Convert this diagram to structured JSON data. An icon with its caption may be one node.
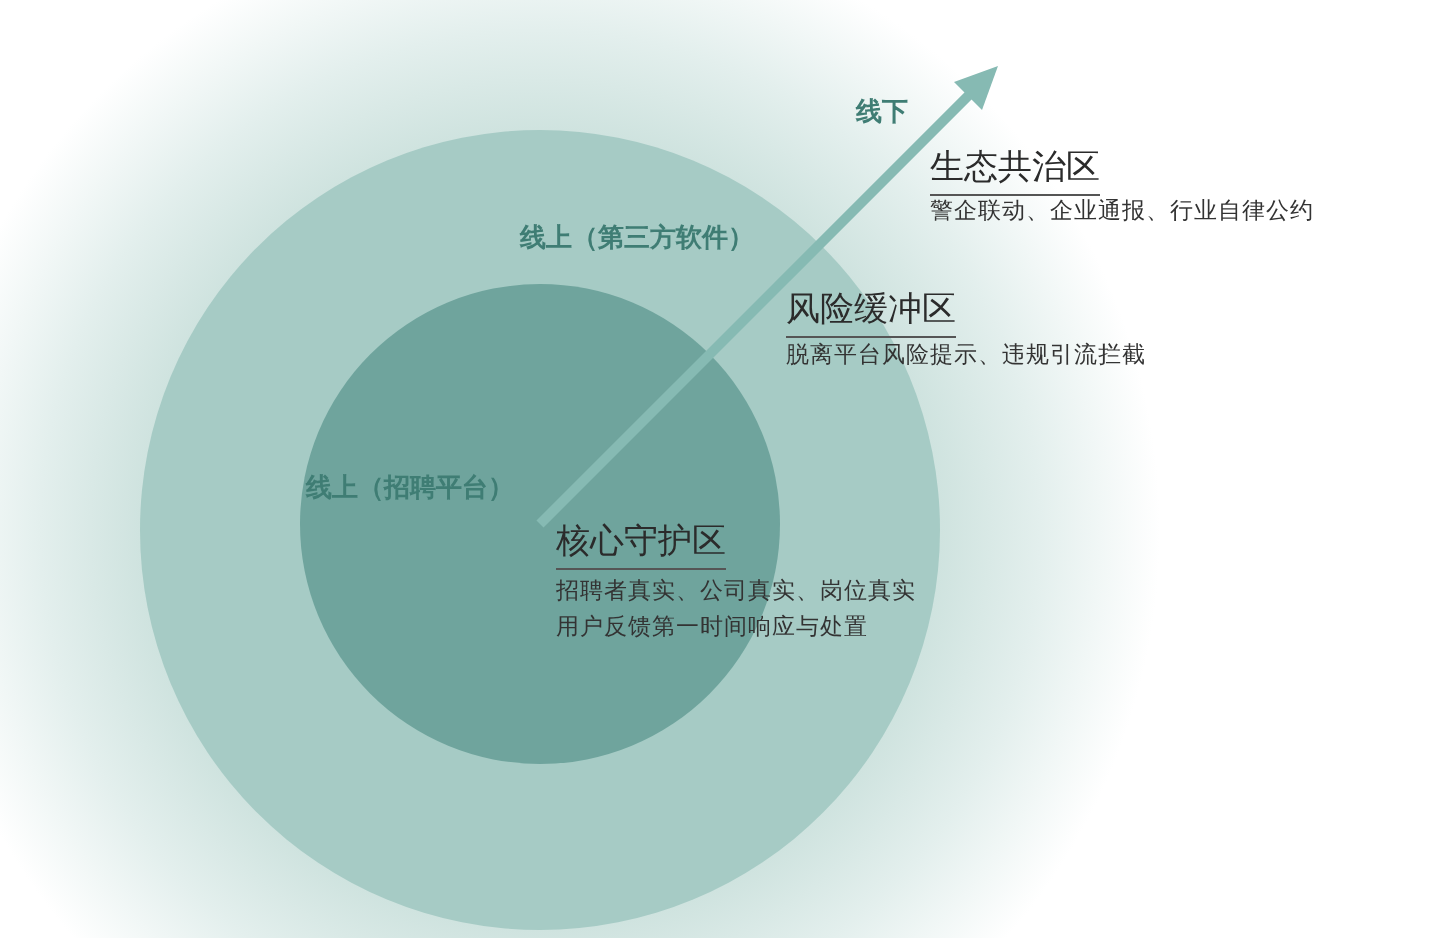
{
  "diagram": {
    "nodes": [
      {
        "text": [
          "线下",
          "生态共治区",
          "警企联动、企业通报、行业自律公约"
        ]
      },
      {
        "text": [
          "线上（第三方软件）",
          "风险缓冲区",
          "脱离平台风险提示、违规引流拦截"
        ],
        "in": 0
      },
      {
        "text": [
          "线上（招聘平台）",
          "核心守护区",
          "招聘者真实、公司真实、岗位真实",
          "用户反馈第一时间响应与处置"
        ],
        "in": 1
      }
    ]
  }
}
